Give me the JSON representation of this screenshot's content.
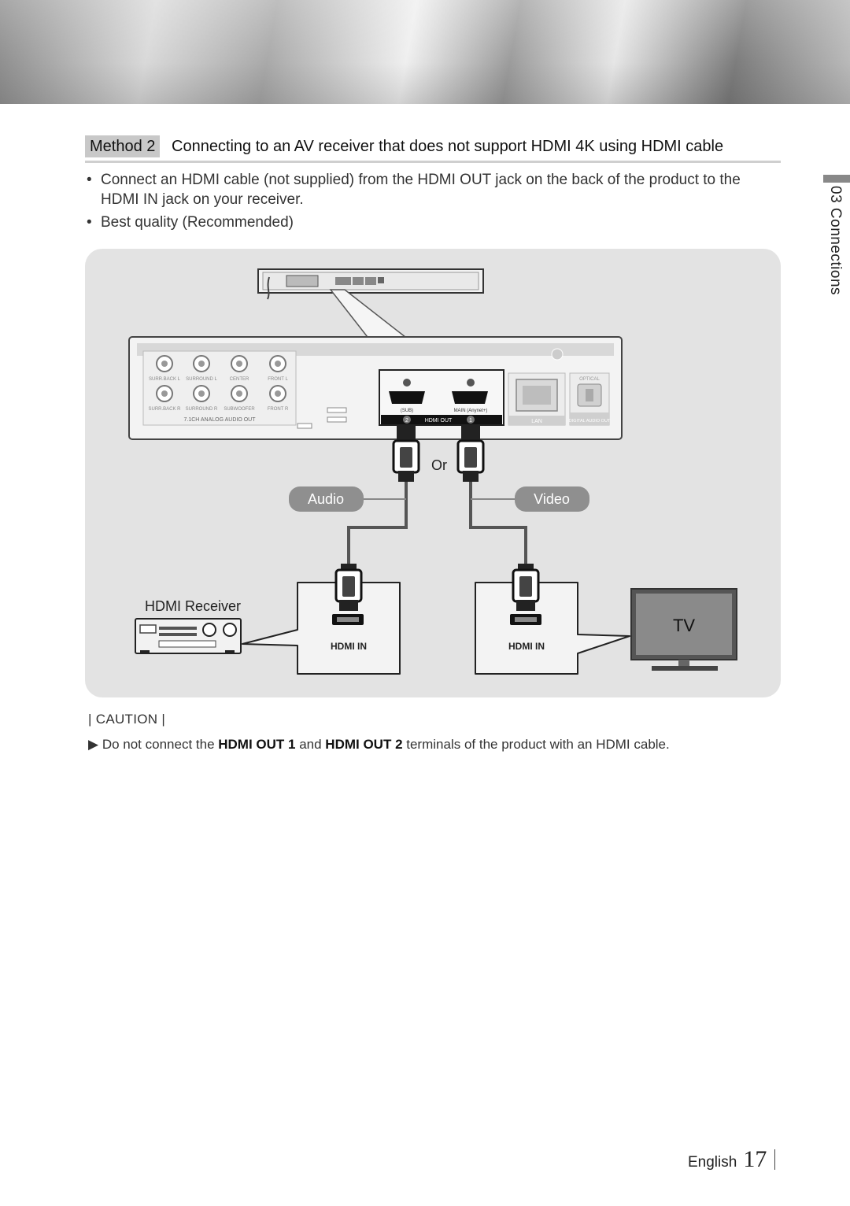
{
  "heading": {
    "method_label": "Method 2",
    "title": "Connecting to an AV receiver that does not support HDMI 4K using HDMI cable"
  },
  "bullets": [
    "Connect an HDMI cable (not supplied) from the HDMI OUT jack on the back of the product to the HDMI IN jack on your receiver.",
    "Best quality (Recommended)"
  ],
  "side_tab": {
    "label": "03  Connections"
  },
  "diagram": {
    "rear_panel": {
      "analog_labels": [
        "SURR.BACK L",
        "SURROUND L",
        "CENTER",
        "FRONT L",
        "SURR.BACK R",
        "SURROUND R",
        "SUBWOOFER",
        "FRONT R"
      ],
      "analog_title": "7.1CH ANALOG AUDIO OUT",
      "hdmi_sub_label": "(SUB)",
      "hdmi_main_label": "MAIN (Anynet+)",
      "hdmi_out_label": "HDMI OUT",
      "hdmi_port_2": "2",
      "hdmi_port_1": "1",
      "lan_label": "LAN",
      "optical_label": "OPTICAL",
      "digital_label": "DIGITAL AUDIO OUT"
    },
    "or_label": "Or",
    "audio_label": "Audio",
    "video_label": "Video",
    "receiver_label": "HDMI Receiver",
    "tv_label": "TV",
    "hdmi_in_left": "HDMI IN",
    "hdmi_in_right": "HDMI IN"
  },
  "caution": {
    "title": "| CAUTION |",
    "marker": "▶",
    "text_1": "Do not connect the ",
    "bold_1": "HDMI OUT 1",
    "text_2": " and ",
    "bold_2": "HDMI OUT 2",
    "text_3": " terminals of the product with an HDMI cable."
  },
  "footer": {
    "language": "English",
    "page_number": "17"
  },
  "colors": {
    "panel": "#e3e3e3",
    "pill": "#8f8f8f",
    "cable": "#555555",
    "method_tag": "#c8c8c8"
  }
}
